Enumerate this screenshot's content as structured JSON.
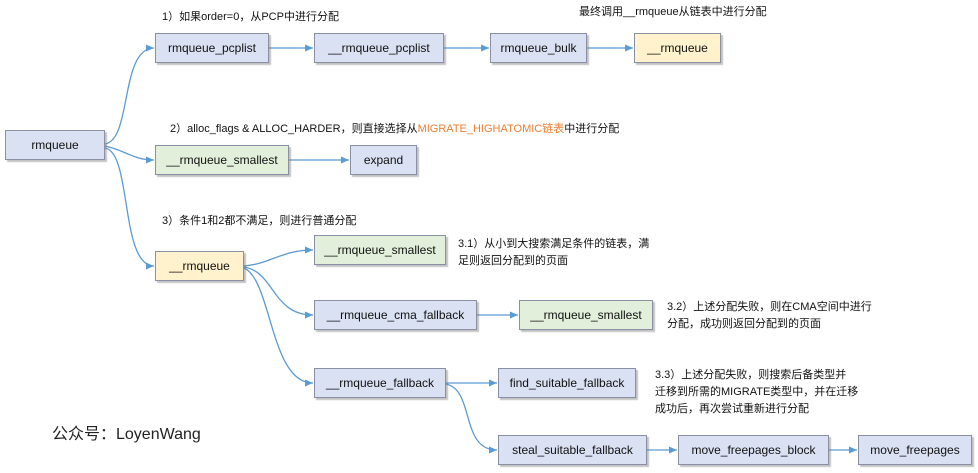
{
  "nodes": {
    "rmqueue": "rmqueue",
    "rmqueue_pcplist": "rmqueue_pcplist",
    "__rmqueue_pcplist": "__rmqueue_pcplist",
    "rmqueue_bulk": "rmqueue_bulk",
    "__rmqueue_top": "__rmqueue",
    "__rmqueue_smallest_top": "__rmqueue_smallest",
    "expand": "expand",
    "__rmqueue_mid": "__rmqueue",
    "__rmqueue_smallest_mid": "__rmqueue_smallest",
    "__rmqueue_cma_fallback": "__rmqueue_cma_fallback",
    "__rmqueue_smallest_cma": "__rmqueue_smallest",
    "__rmqueue_fallback": "__rmqueue_fallback",
    "find_suitable_fallback": "find_suitable_fallback",
    "steal_suitable_fallback": "steal_suitable_fallback",
    "move_freepages_block": "move_freepages_block",
    "move_freepages": "move_freepages"
  },
  "notes": {
    "n1": "1）如果order=0，从PCP中进行分配",
    "n_final": "最终调用__rmqueue从链表中进行分配",
    "n2_a": "2）alloc_flags & ALLOC_HARDER，则直接选择从",
    "n2_hl": "MIGRATE_HIGHATOMIC链表",
    "n2_b": "中进行分配",
    "n3": "3）条件1和2都不满足，则进行普通分配",
    "n31_l1": "3.1）从小到大搜索满足条件的链表，满",
    "n31_l2": "足则返回分配到的页面",
    "n32_l1": "3.2）上述分配失败，则在CMA空间中进行",
    "n32_l2": "分配，成功则返回分配到的页面",
    "n33_l1": "3.3）上述分配失败，则搜索后备类型并",
    "n33_l2": "迁移到所需的MIGRATE类型中，并在迁移",
    "n33_l3": "成功后，再次尝试重新进行分配"
  },
  "brand": "公众号：LoyenWang",
  "colors": {
    "blue_fill": "#dae1f3",
    "green_fill": "#e2efda",
    "yellow_fill": "#fff2cc",
    "arrow": "#5b9bd5",
    "highlight": "#ed7d31"
  }
}
